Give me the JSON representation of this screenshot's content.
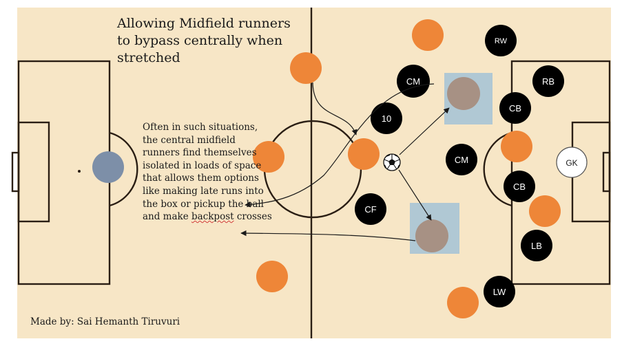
{
  "title": "Allowing Midfield runners to bypass centrally when stretched",
  "annotation": {
    "before": "Often in such situations, the central midfield runners find themselves isolated in loads of space that allows them options like making late runs into the box or pickup the ball and make ",
    "underlined": "backpost",
    "after": " crosses"
  },
  "credit": "Made by:  Sai Hemanth Tiruvuri",
  "colors": {
    "pitch": "#f7e6c6",
    "lines": "#2a1e14",
    "attack_team": "#ee8638",
    "defend_team": "#000000",
    "goalkeeper": "#ffffff",
    "home_gk": "#7d8fa8",
    "space_box": "#b0c8d4",
    "runner": "#a79184"
  },
  "defenders": {
    "rw": "RW",
    "cm_top": "CM",
    "rb": "RB",
    "cb_top": "CB",
    "ten": "10",
    "cm_mid": "CM",
    "gk": "GK",
    "cb_bottom": "CB",
    "cf": "CF",
    "lb": "LB",
    "lw": "LW"
  },
  "icons": [
    "football-icon",
    "arrow-icon"
  ]
}
